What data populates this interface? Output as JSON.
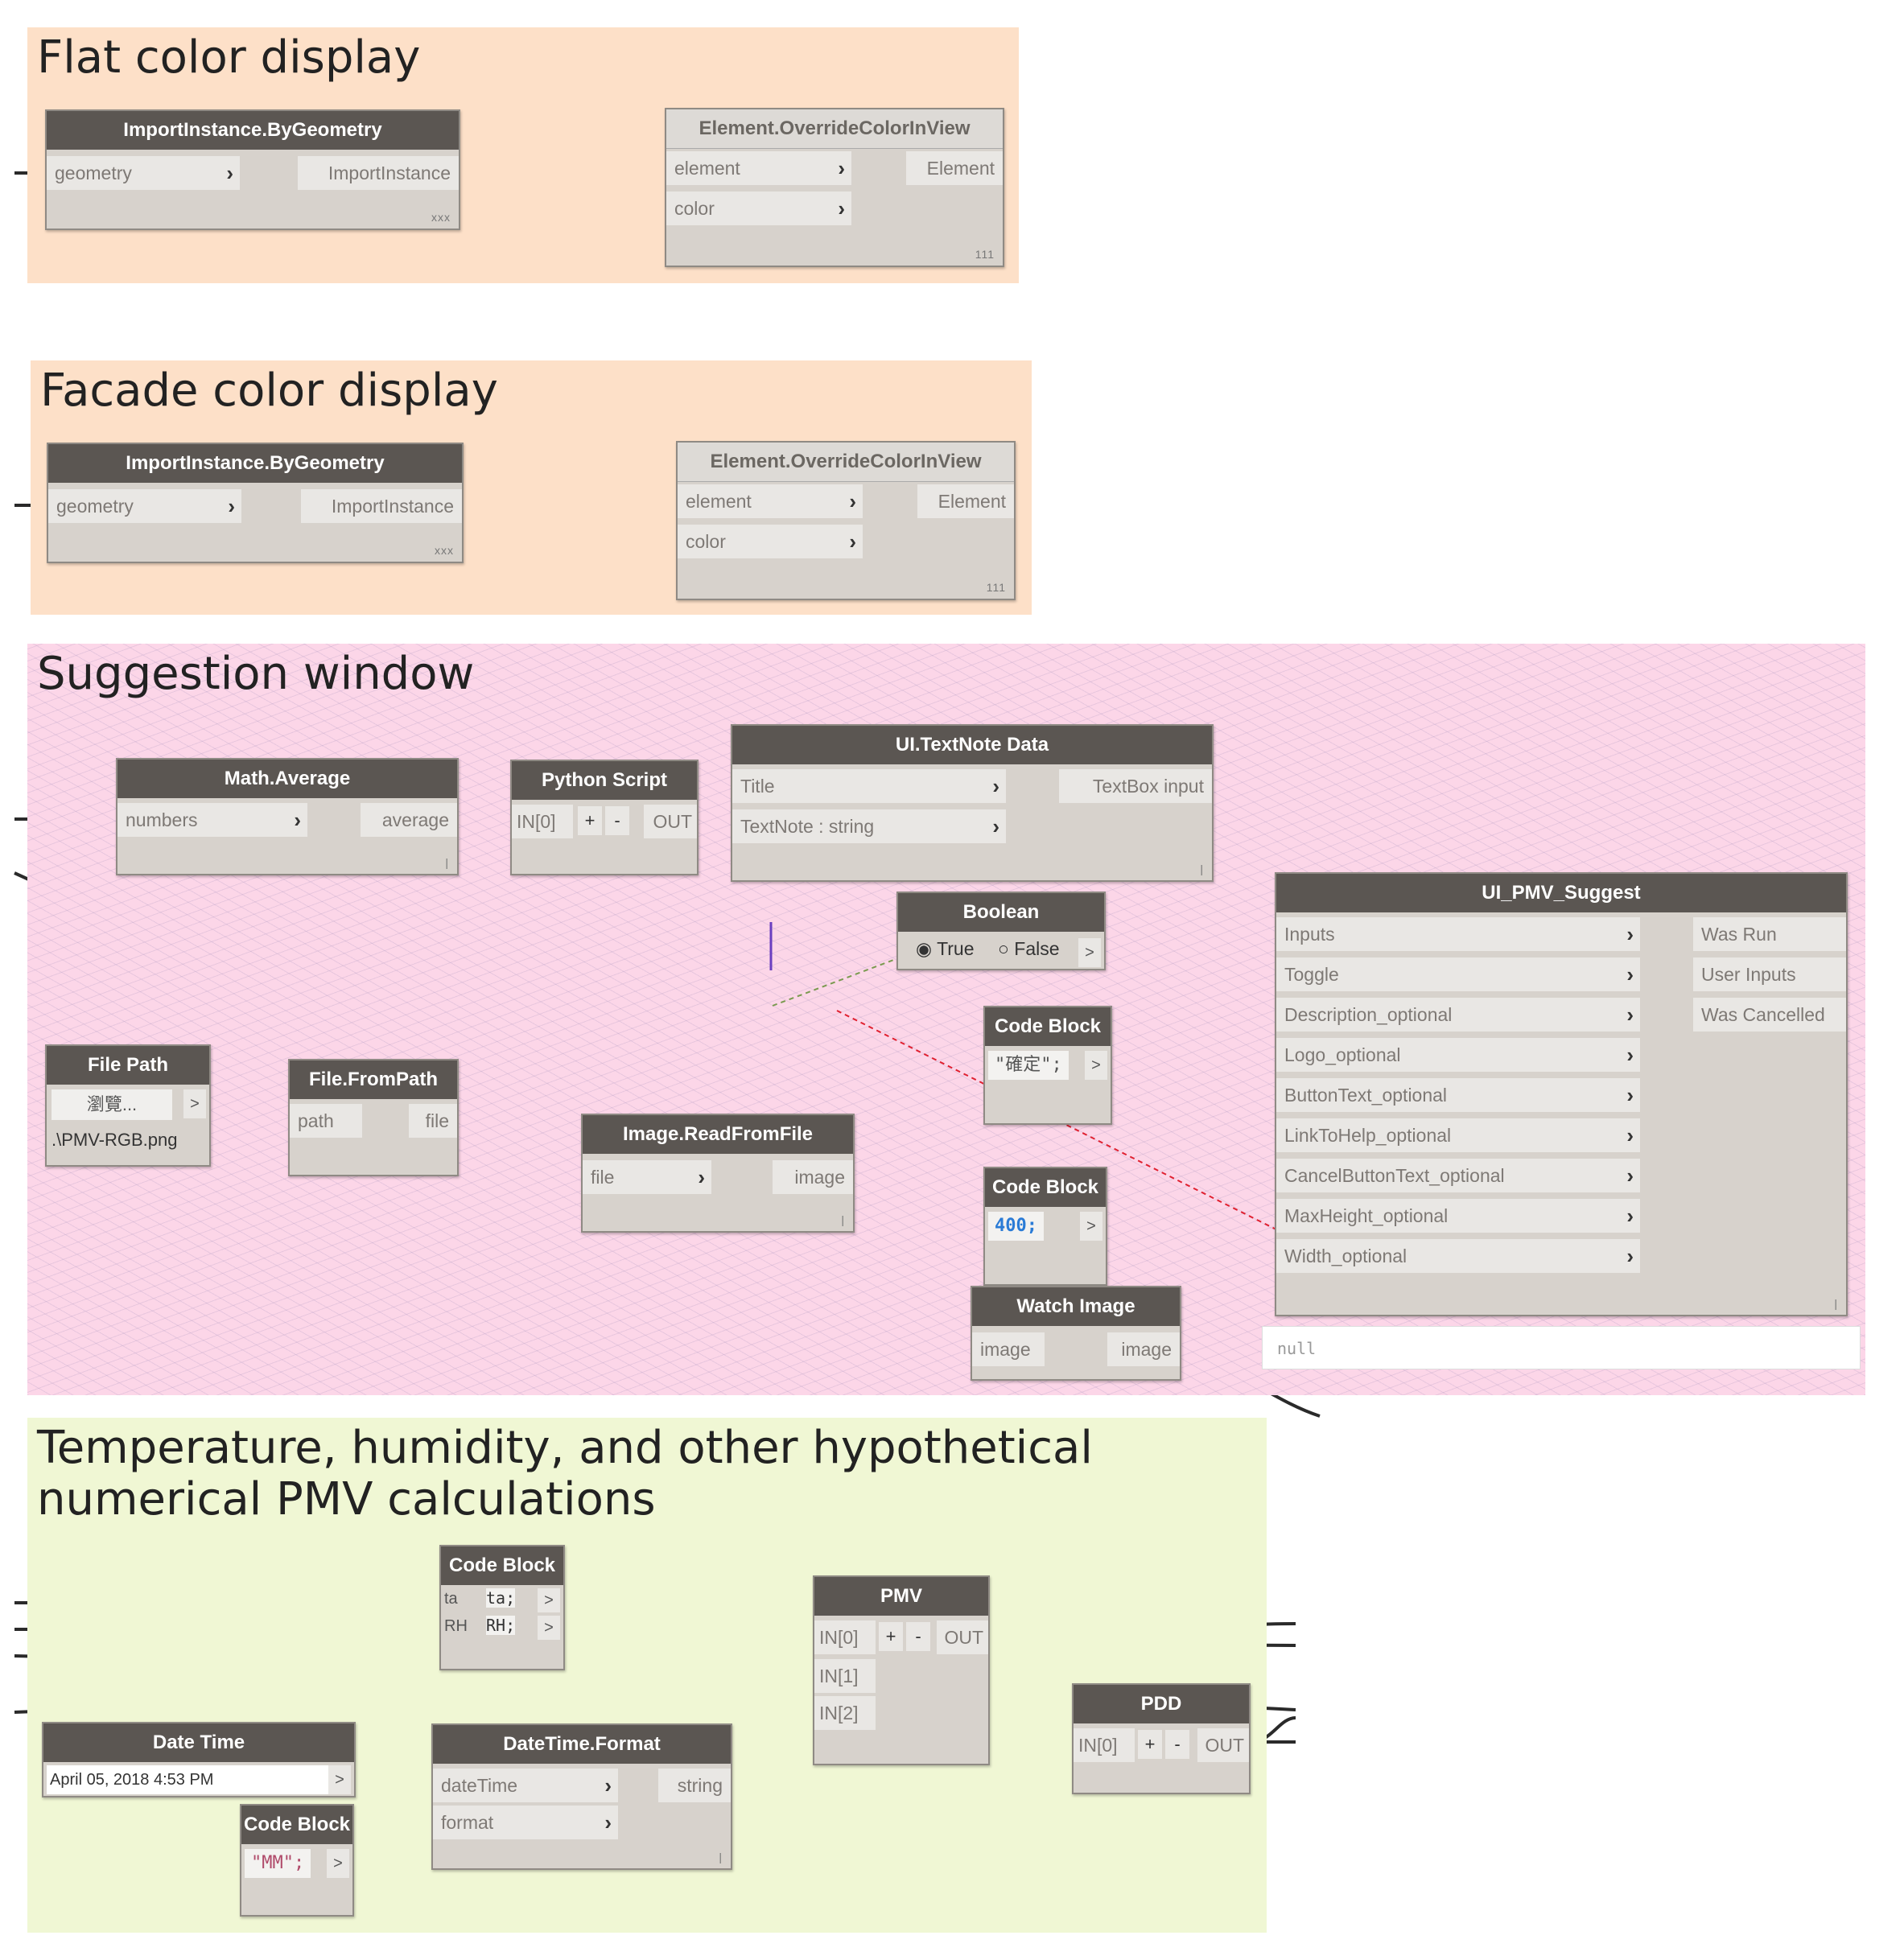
{
  "groups": {
    "flat": {
      "title": "Flat color display"
    },
    "facade": {
      "title": "Facade color display"
    },
    "suggestion": {
      "title": "Suggestion window"
    },
    "pmv": {
      "title": "Temperature, humidity, and other hypothetical numerical PMV calculations"
    }
  },
  "colors": {
    "orange_group": "#fde0c8",
    "pink_group": "#fcd6e8",
    "green_group": "#f0f7d4",
    "node_header": "#5b5652",
    "node_body": "#d7d2cc",
    "wire": "#2a2a2a"
  },
  "flat": {
    "import_node": {
      "title": "ImportInstance.ByGeometry",
      "in_geometry": "geometry",
      "out": "ImportInstance",
      "lacing": "xxx"
    },
    "override_node": {
      "title": "Element.OverrideColorInView",
      "in_element": "element",
      "in_color": "color",
      "out": "Element",
      "lacing": "111"
    }
  },
  "facade": {
    "import_node": {
      "title": "ImportInstance.ByGeometry",
      "in_geometry": "geometry",
      "out": "ImportInstance",
      "lacing": "xxx"
    },
    "override_node": {
      "title": "Element.OverrideColorInView",
      "in_element": "element",
      "in_color": "color",
      "out": "Element",
      "lacing": "111"
    }
  },
  "suggestion": {
    "math_average": {
      "title": "Math.Average",
      "in": "numbers",
      "out": "average"
    },
    "python_script": {
      "title": "Python Script",
      "in": "IN[0]",
      "add": "+",
      "remove": "-",
      "out": "OUT"
    },
    "textnote": {
      "title": "UI.TextNote Data",
      "in_title": "Title",
      "in_text": "TextNote : string",
      "out": "TextBox input"
    },
    "boolean": {
      "title": "Boolean",
      "true_label": "True",
      "false_label": "False",
      "arrow": ">"
    },
    "code_block_1": {
      "title": "Code Block",
      "code": "\"確定\";",
      "arrow": ">"
    },
    "code_block_2": {
      "title": "Code Block",
      "code": "400;",
      "arrow": ">"
    },
    "file_path": {
      "title": "File Path",
      "browse": "瀏覽...",
      "arrow": ">",
      "path": ".\\PMV-RGB.png"
    },
    "file_from_path": {
      "title": "File.FromPath",
      "in": "path",
      "out": "file"
    },
    "image_read": {
      "title": "Image.ReadFromFile",
      "in": "file",
      "out": "image"
    },
    "watch_image": {
      "title": "Watch Image",
      "in": "image",
      "out": "image"
    },
    "ui_pmv": {
      "title": "UI_PMV_Suggest",
      "inputs": [
        "Inputs",
        "Toggle",
        "Description_optional",
        "Logo_optional",
        "ButtonText_optional",
        "LinkToHelp_optional",
        "CancelButtonText_optional",
        "MaxHeight_optional",
        "Width_optional"
      ],
      "outputs": [
        "Was Run",
        "User Inputs",
        "Was Cancelled"
      ],
      "preview": "null"
    }
  },
  "pmv_calc": {
    "code_block": {
      "title": "Code Block",
      "in1": "ta",
      "in2": "RH",
      "line1": "ta;",
      "line2": "RH;",
      "arrow": ">"
    },
    "pmv": {
      "title": "PMV",
      "in0": "IN[0]",
      "in1": "IN[1]",
      "in2": "IN[2]",
      "add": "+",
      "remove": "-",
      "out": "OUT"
    },
    "pdd": {
      "title": "PDD",
      "in0": "IN[0]",
      "add": "+",
      "remove": "-",
      "out": "OUT"
    },
    "date_time": {
      "title": "Date Time",
      "value": "April 05, 2018 4:53 PM",
      "arrow": ">"
    },
    "datetime_format": {
      "title": "DateTime.Format",
      "in1": "dateTime",
      "in2": "format",
      "out": "string"
    },
    "code_block_mm": {
      "title": "Code Block",
      "code": "\"MM\";",
      "arrow": ">"
    }
  }
}
